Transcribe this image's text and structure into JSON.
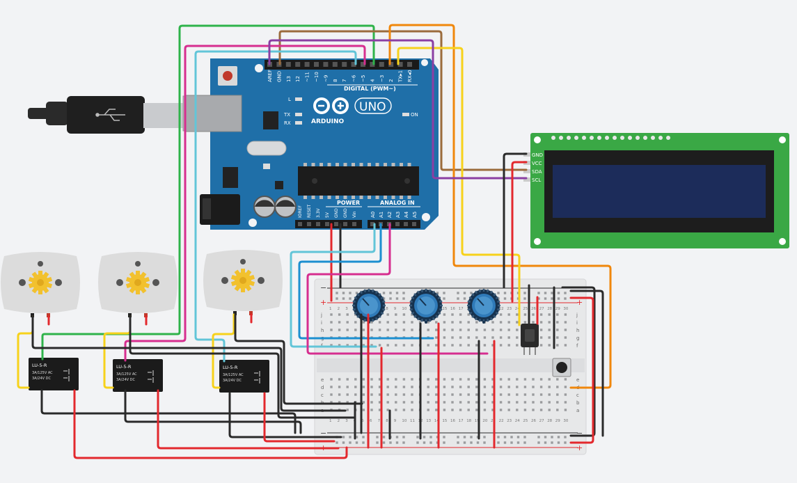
{
  "arduino": {
    "brand": "ARDUINO",
    "model": "UNO",
    "on_label": "ON",
    "l_label": "L",
    "tx_label": "TX",
    "rx_label": "RX",
    "digital_label": "DIGITAL (PWM~)",
    "power_label": "POWER",
    "analog_label": "ANALOG IN",
    "digital_pins": [
      "AREF",
      "GND",
      "13",
      "12",
      "~11",
      "~10",
      "~9",
      "8",
      "7",
      "~6",
      "~5",
      "4",
      "~3",
      "2",
      "TX▸1",
      "RX◂0"
    ],
    "power_pins": [
      "IOREF",
      "RESET",
      "3.3V",
      "5V",
      "GND",
      "GND",
      "Vin"
    ],
    "analog_pins": [
      "A0",
      "A1",
      "A2",
      "A3",
      "A4",
      "A5"
    ]
  },
  "lcd": {
    "pins": [
      "GND",
      "VCC",
      "SDA",
      "SCL"
    ]
  },
  "relays": [
    {
      "line1": "LU-5-R",
      "line2": "3A/125V AC",
      "line3": "3A/24V  DC"
    },
    {
      "line1": "LU-5-R",
      "line2": "3A/125V AC",
      "line3": "3A/24V  DC"
    },
    {
      "line1": "LU-5-R",
      "line2": "3A/125V AC",
      "line3": "3A/24V  DC"
    }
  ],
  "breadboard": {
    "row_letters_top": [
      "j",
      "i",
      "h",
      "g",
      "f"
    ],
    "row_letters_bottom": [
      "e",
      "d",
      "c",
      "b",
      "a"
    ],
    "column_numbers": [
      "1",
      "2",
      "3",
      "4",
      "5",
      "6",
      "7",
      "8",
      "9",
      "10",
      "11",
      "12",
      "13",
      "14",
      "15",
      "16",
      "17",
      "18",
      "19",
      "20",
      "21",
      "22",
      "23",
      "24",
      "25",
      "26",
      "27",
      "28",
      "29",
      "30"
    ],
    "rail_minus": "−",
    "rail_plus": "+"
  },
  "colors": {
    "board_blue": "#1f6fa8",
    "green": "#2fb34a",
    "brown": "#9b6b3c",
    "orange": "#f0870c",
    "yellow": "#f7d21b",
    "magenta": "#d62e8f",
    "cyan": "#62c5d8",
    "blue": "#1c8fd0",
    "purple": "#8b3fa3",
    "red": "#e3282d",
    "black": "#2a2a2a"
  }
}
